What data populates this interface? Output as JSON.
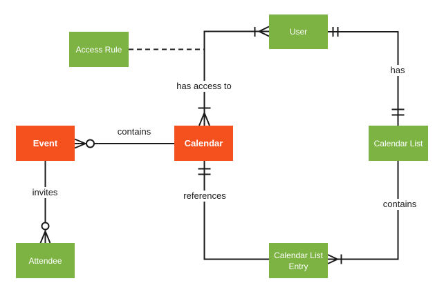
{
  "colors": {
    "entity_orange": "#F4511E",
    "entity_green": "#7CB342",
    "entity_text": "#FFFFFF",
    "line": "#1A1A1A",
    "label_text": "#1A1A1A",
    "background": "#FFFFFF"
  },
  "entities": {
    "event": {
      "label": "Event",
      "color": "orange"
    },
    "calendar": {
      "label": "Calendar",
      "color": "orange"
    },
    "access_rule": {
      "label": "Access Rule",
      "color": "green"
    },
    "user": {
      "label": "User",
      "color": "green"
    },
    "calendar_list": {
      "label": "Calendar List",
      "color": "green"
    },
    "calendar_list_entry": {
      "label": "Calendar List Entry",
      "color": "green"
    },
    "attendee": {
      "label": "Attendee",
      "color": "green"
    }
  },
  "relationships": {
    "contains_event": {
      "label": "contains",
      "from": "Calendar",
      "to": "Event",
      "line_style": "solid",
      "cardinality_at_event": "zero-or-many (circle + crow's foot)"
    },
    "invites": {
      "label": "invites",
      "from": "Event",
      "to": "Attendee",
      "line_style": "solid",
      "cardinality_at_attendee": "zero-or-many (circle + crow's foot)"
    },
    "has_access_to": {
      "label": "has access to",
      "from": "User",
      "to": "Calendar",
      "line_style": "solid",
      "cardinality_at_user": "one-or-many (tick + crow's foot)",
      "cardinality_at_calendar": "one-or-many (tick + crow's foot)"
    },
    "access_rule_link": {
      "label": "",
      "from": "Access Rule",
      "to": "has access to relationship",
      "line_style": "dashed"
    },
    "has": {
      "label": "has",
      "from": "User",
      "to": "Calendar List",
      "line_style": "solid",
      "cardinality_at_user": "one-and-only-one (double tick)",
      "cardinality_at_calendar_list": "one-and-only-one (double tick)"
    },
    "references": {
      "label": "references",
      "from": "Calendar",
      "to": "Calendar List Entry",
      "line_style": "solid",
      "cardinality_at_calendar": "one-and-only-one (double tick)"
    },
    "contains_list": {
      "label": "contains",
      "from": "Calendar List",
      "to": "Calendar List Entry",
      "line_style": "solid",
      "cardinality_at_entry": "one-or-many (crow's foot + tick)"
    }
  }
}
